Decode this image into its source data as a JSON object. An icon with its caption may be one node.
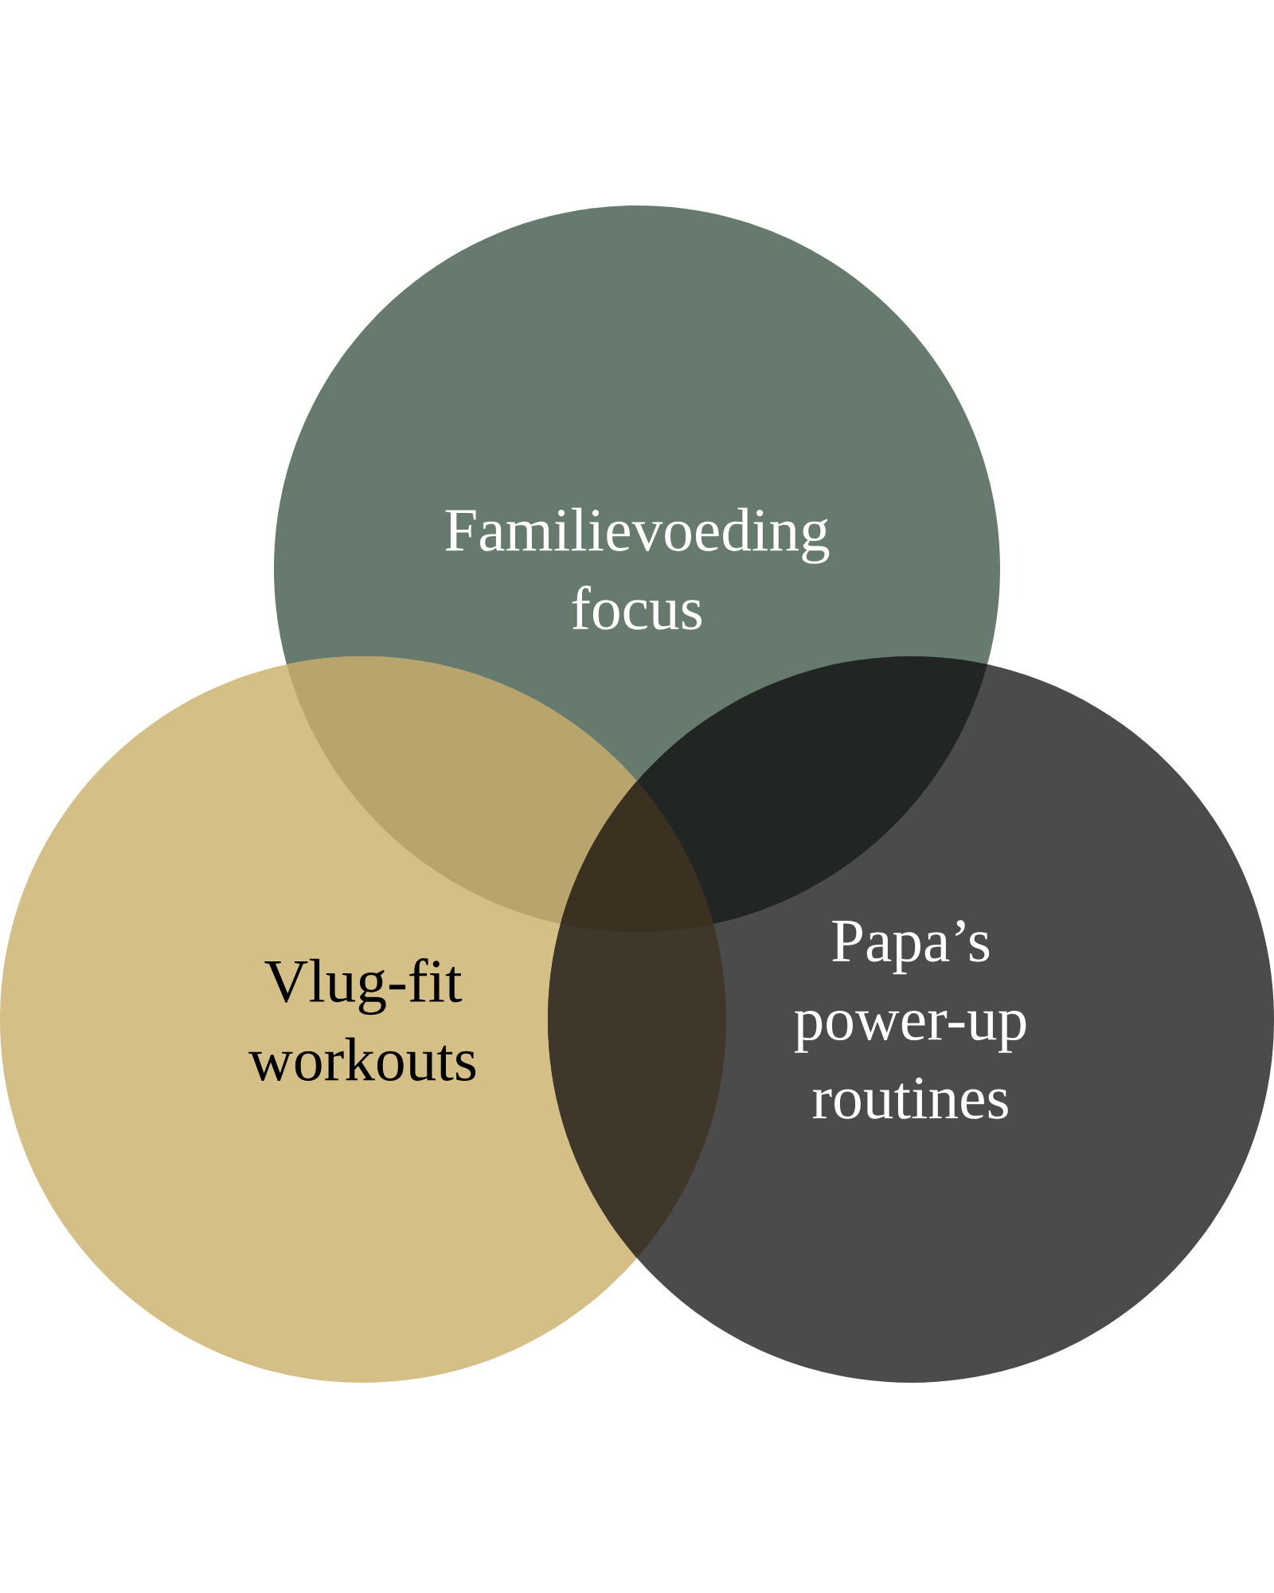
{
  "diagram": {
    "nodes": [
      {
        "text": [
          "Familievoeding focus"
        ]
      },
      {
        "text": [
          "Vlug-fit workouts"
        ]
      },
      {
        "text": [
          "Papa’s power-up routines"
        ]
      }
    ]
  }
}
